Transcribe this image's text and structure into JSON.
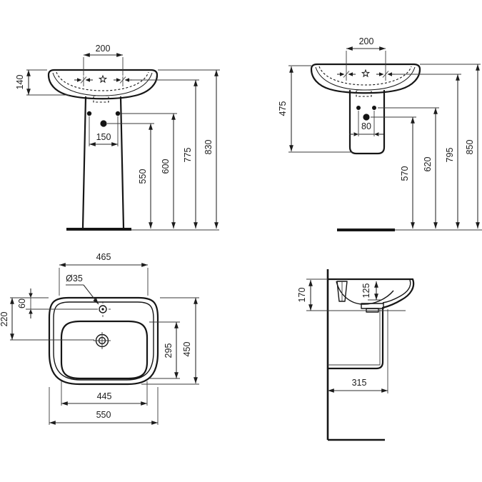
{
  "drawing": {
    "front_view_pedestal": {
      "tap_hole_spacing": "200",
      "basin_height": "140",
      "fixing_hole_spacing": "150",
      "drain_height": "550",
      "fixing_height": "600",
      "tap_deck_height": "775",
      "rim_height": "830"
    },
    "front_view_semi_pedestal": {
      "tap_hole_spacing": "200",
      "basin_unit_height": "475",
      "fixing_hole_spacing": "80",
      "drain_height": "570",
      "fixing_height": "620",
      "tap_deck_height": "795",
      "rim_height": "850"
    },
    "plan_view": {
      "deck_width": "465",
      "tap_hole_diameter": "Ø35",
      "tap_hole_offset": "60",
      "drain_offset": "220",
      "bowl_depth": "295",
      "overall_depth": "450",
      "bowl_width": "445",
      "overall_width": "550"
    },
    "side_view": {
      "basin_section_height": "170",
      "rim_to_bowl_depth": "125",
      "wall_to_front_depth": "315"
    }
  }
}
